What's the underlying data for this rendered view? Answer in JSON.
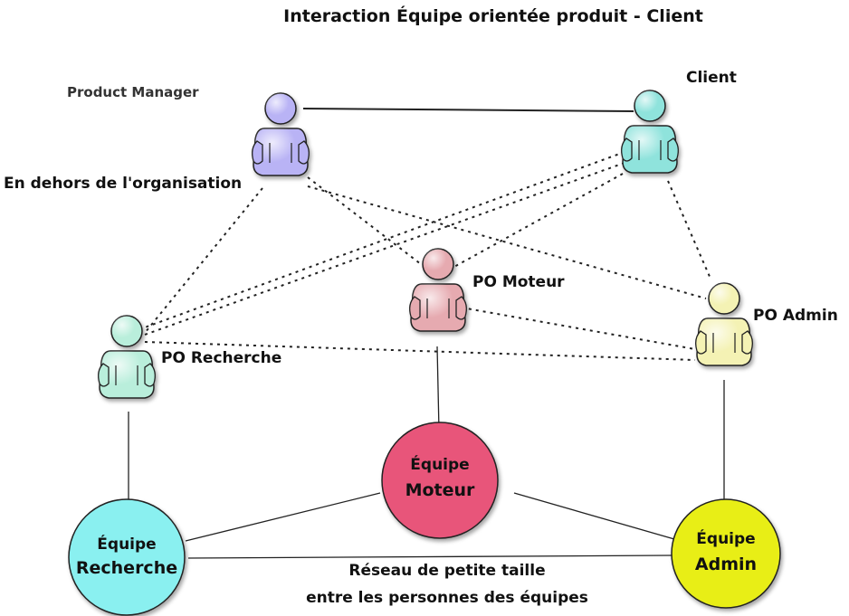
{
  "title": "Interaction Équipe orientée produit - Client",
  "actors": {
    "product_manager": {
      "label": "Product Manager",
      "color": "#b9b3f5"
    },
    "client": {
      "label": "Client",
      "color": "#8fe3dc"
    },
    "po_moteur": {
      "label": "PO Moteur",
      "color": "#e6aab0"
    },
    "po_admin": {
      "label": "PO Admin",
      "color": "#f4f2b4"
    },
    "po_recherche": {
      "label": "PO Recherche",
      "color": "#b9eedb"
    }
  },
  "note_outside": "En dehors de l'organisation",
  "teams": {
    "moteur": {
      "line1": "Équipe",
      "line2": "Moteur",
      "color": "#e8557a"
    },
    "recherche": {
      "line1": "Équipe",
      "line2": "Recherche",
      "color": "#8af0f0"
    },
    "admin": {
      "line1": "Équipe",
      "line2": "Admin",
      "color": "#e8ee18"
    }
  },
  "network_note": {
    "line1": "Réseau de petite taille",
    "line2": "entre les personnes des équipes"
  }
}
